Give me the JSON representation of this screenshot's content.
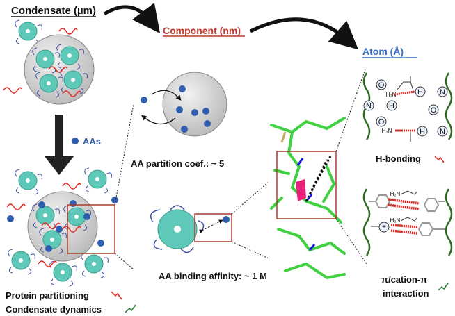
{
  "headings": {
    "condensate": "Condensate (µm)",
    "component": "Component (nm)",
    "atom": "Atom (Å)"
  },
  "labels": {
    "aas": "AAs",
    "partition_coef": "AA partition coef.: ~ 5",
    "binding_affinity": "AA binding affinity: ~ 1 M",
    "protein_partitioning": "Protein partitioning",
    "condensate_dynamics": "Condensate dynamics",
    "h_bonding": "H-bonding",
    "pi_interaction_line1": "π/cation-π",
    "pi_interaction_line2": "interaction"
  },
  "atoms": {
    "o": "O",
    "n": "N",
    "h": "H",
    "h3n": "H₃N",
    "h2n": "H₂N",
    "plus": "+"
  },
  "colors": {
    "condensate_heading": "#111111",
    "component_heading": "#c0392b",
    "atom_heading": "#3a6fc4",
    "aa_dot": "#2f5fae",
    "protein": "#5fc9b9",
    "box": "#b03a2e",
    "decrease_arrow": "#e8261f",
    "increase_arrow": "#1e7a2a",
    "backbone": "#2d6a1f"
  }
}
